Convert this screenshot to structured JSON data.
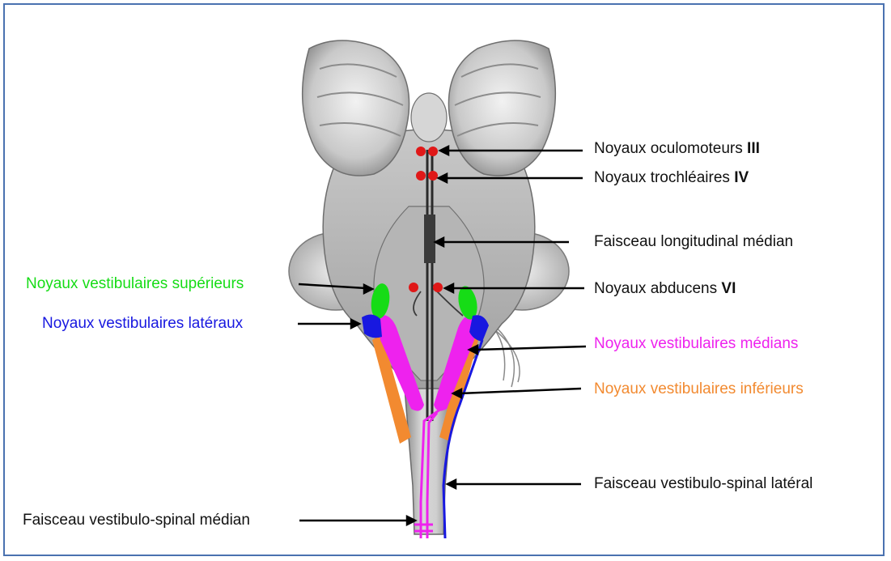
{
  "labels": {
    "oculomotor": {
      "text": "Noyaux oculomoteurs ",
      "roman": "III"
    },
    "trochlear": {
      "text": "Noyaux trochléaires ",
      "roman": "IV"
    },
    "mlf": {
      "text": "Faisceau longitudinal médian"
    },
    "superior": {
      "text": "Noyaux vestibulaires supérieurs"
    },
    "abducens": {
      "text": "Noyaux abducens ",
      "roman": "VI"
    },
    "lateral": {
      "text": "Noyaux  vestibulaires latéraux"
    },
    "medial": {
      "text": "Noyaux vestibulaires médians"
    },
    "inferior": {
      "text": "Noyaux vestibulaires  inférieurs"
    },
    "vs_lateral": {
      "text": "Faisceau vestibulo-spinal latéral"
    },
    "vs_medial": {
      "text": "Faisceau vestibulo-spinal médian"
    }
  },
  "colors": {
    "superior": "#16dc16",
    "lateral": "#1818e0",
    "medial": "#ee22ee",
    "inferior": "#f28a30",
    "nuclei_red": "#e01818",
    "default_text": "#111111",
    "frame": "#4a72b0"
  }
}
